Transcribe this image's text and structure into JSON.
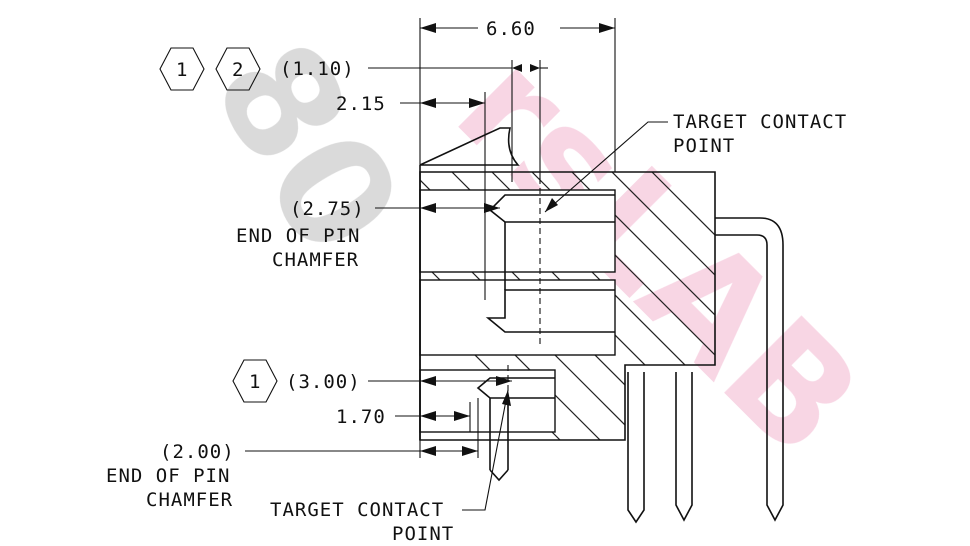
{
  "watermark": {
    "text_left": "80",
    "text_right": "rsLAB",
    "color_grey": "#d4d4d4",
    "color_pink": "#f7cfe0"
  },
  "dims": {
    "overall_width": "6.60",
    "top_ref": "(1.10)",
    "depth_215": "2.15",
    "upper_chamfer": "(2.75)",
    "lower_ref": "(3.00)",
    "depth_170": "1.70",
    "lower_chamfer": "(2.00)"
  },
  "notes": {
    "target_contact": "TARGET CONTACT",
    "point": "POINT",
    "end_of_pin": "END OF PIN",
    "chamfer": "CHAMFER"
  },
  "badges": {
    "one": "1",
    "two": "2"
  }
}
